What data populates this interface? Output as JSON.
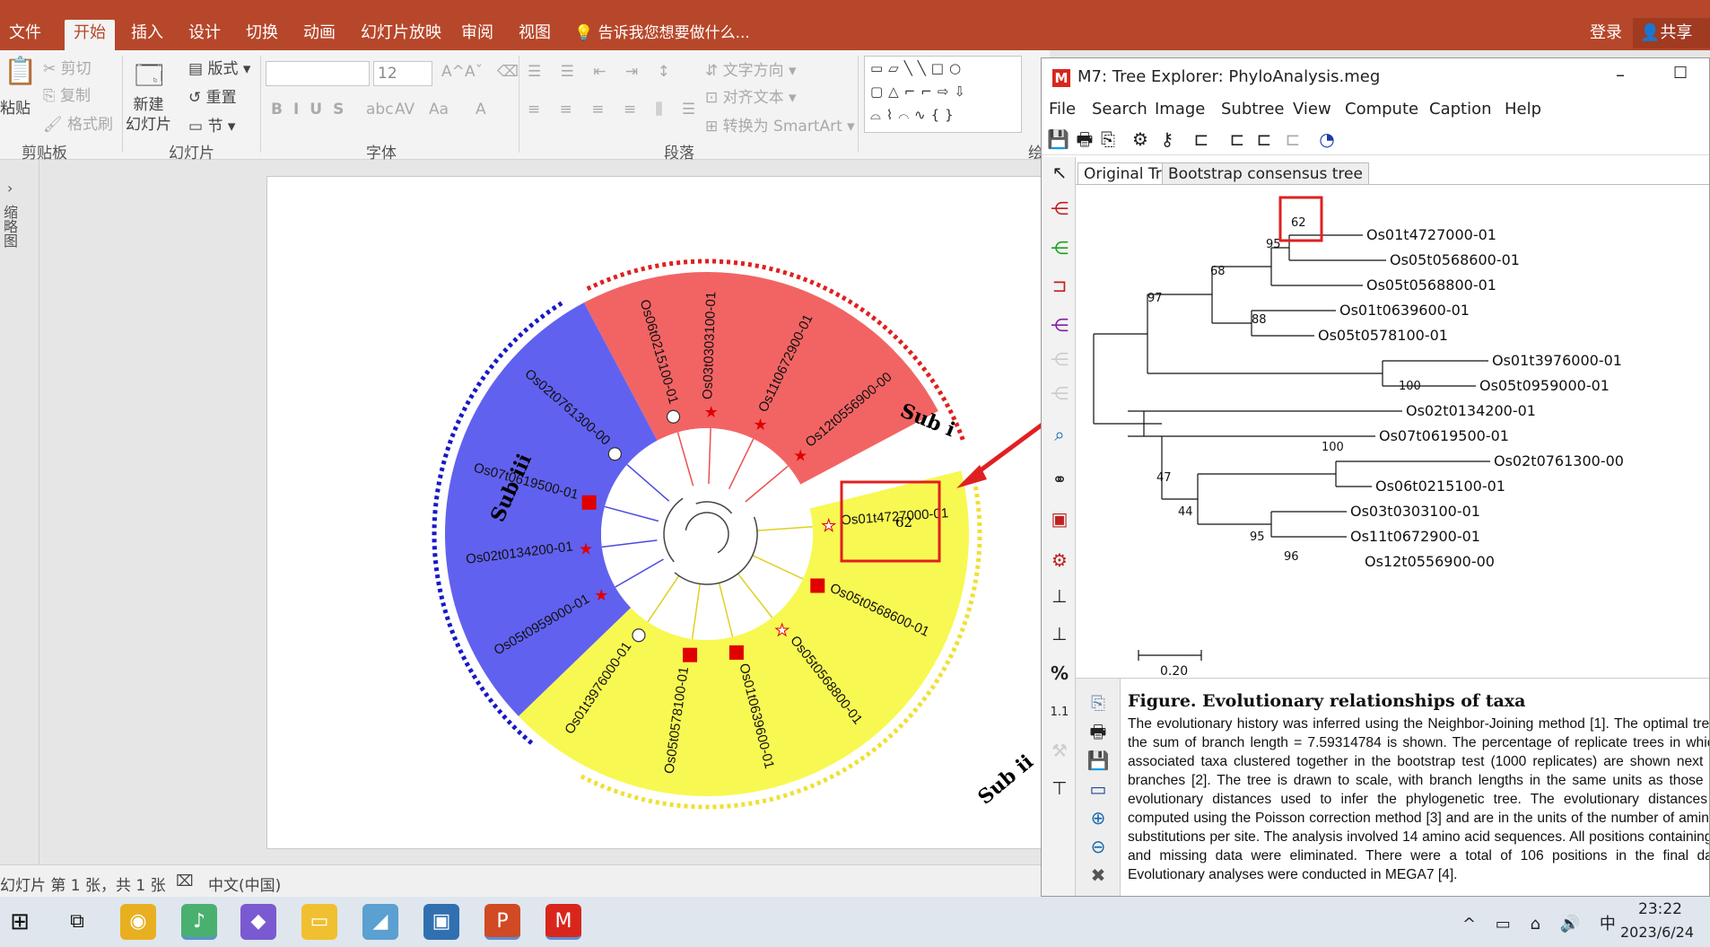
{
  "ppt": {
    "tabs": [
      "文件",
      "开始",
      "插入",
      "设计",
      "切换",
      "动画",
      "幻灯片放映",
      "审阅",
      "视图"
    ],
    "tell_me": "告诉我您想要做什么...",
    "login": "登录",
    "share": "共享",
    "ribbon": {
      "clipboard": {
        "paste": "粘贴",
        "cut": "剪切",
        "copy": "复制",
        "format_painter": "格式刷",
        "label": "剪贴板"
      },
      "slides": {
        "new_slide": "新建\n幻灯片",
        "layout": "版式",
        "reset": "重置",
        "section": "节",
        "label": "幻灯片"
      },
      "font": {
        "size": "12",
        "label": "字体"
      },
      "paragraph": {
        "text_direction": "文字方向",
        "align_text": "对齐文本",
        "smartart": "转换为 SmartArt",
        "label": "段落"
      },
      "drawing_label": "绘"
    },
    "thumbnails_label": "缩略图",
    "status": {
      "slide_info": "幻灯片 第 1 张，共 1 张",
      "language": "中文(中国)"
    }
  },
  "slide": {
    "sub_i": "Sub i",
    "sub_ii": "Sub ii",
    "sub_iii": "Sub iii",
    "highlight_value": "62",
    "colors": {
      "red": "#f26464",
      "yellow": "#f8f852",
      "blue": "#6161f0",
      "dotted_red": "#e02020",
      "dotted_blue": "#1818c8",
      "dotted_yellow": "#f0e030"
    },
    "leaves": [
      {
        "label": "Os06t0215100-01",
        "angle": -106,
        "marker": "circle"
      },
      {
        "label": "Os03t0303100-01",
        "angle": -88,
        "marker": "star-red"
      },
      {
        "label": "Os11t0672900-01",
        "angle": -64,
        "marker": "star-red"
      },
      {
        "label": "Os12t0556900-00",
        "angle": -40,
        "marker": "star-red"
      },
      {
        "label": "Os01t4727000-01",
        "angle": -4,
        "marker": "star-open"
      },
      {
        "label": "Os05t0568600-01",
        "angle": 25,
        "marker": "square-red"
      },
      {
        "label": "Os05t0568800-01",
        "angle": 52,
        "marker": "star-open"
      },
      {
        "label": "Os01t0639600-01",
        "angle": 76,
        "marker": "square-red"
      },
      {
        "label": "Os05t0578100-01",
        "angle": 98,
        "marker": "square-red"
      },
      {
        "label": "Os01t3976000-01",
        "angle": 124,
        "marker": "circle"
      },
      {
        "label": "Os05t0959000-01",
        "angle": 150,
        "marker": "star-red"
      },
      {
        "label": "Os02t0134200-01",
        "angle": 173,
        "marker": "star-red"
      },
      {
        "label": "Os07t0619500-01",
        "angle": -165,
        "marker": "square-red"
      },
      {
        "label": "Os02t0761300-00",
        "angle": -139,
        "marker": "circle"
      }
    ]
  },
  "mega": {
    "title": "M7: Tree Explorer: PhyloAnalysis.meg",
    "menu": [
      "File",
      "Search",
      "Image",
      "Subtree",
      "View",
      "Compute",
      "Caption",
      "Help"
    ],
    "tabs": [
      "Original Tree",
      "Bootstrap consensus tree"
    ],
    "tree": {
      "taxa": [
        "Os01t4727000-01",
        "Os05t0568600-01",
        "Os05t0568800-01",
        "Os01t0639600-01",
        "Os05t0578100-01",
        "Os01t3976000-01",
        "Os05t0959000-01",
        "Os02t0134200-01",
        "Os07t0619500-01",
        "Os02t0761300-00",
        "Os06t0215100-01",
        "Os03t0303100-01",
        "Os11t0672900-01",
        "Os12t0556900-00"
      ],
      "bootstrap": [
        "62",
        "95",
        "68",
        "97",
        "88",
        "100",
        "100",
        "47",
        "44",
        "95",
        "96"
      ],
      "scale_label": "0.20"
    },
    "caption": {
      "title": "Figure. Evolutionary relationships of taxa",
      "body": "The evolutionary history was inferred using the Neighbor-Joining method [1]. The optimal tree with the sum of branch length = 7.59314784 is shown. The percentage of replicate trees in which the associated taxa clustered together in the bootstrap test (1000 replicates) are shown next to the branches [2]. The tree is drawn to scale, with branch lengths in the same units as those of the evolutionary distances used to infer the phylogenetic tree. The evolutionary distances were computed using the Poisson correction method [3] and are in the units of the number of amino acid substitutions per site. The analysis involved 14 amino acid sequences. All positions containing gaps and missing data were eliminated. There were a total of 106 positions in the final dataset. Evolutionary analyses were conducted in MEGA7 [4]."
    }
  },
  "taskbar": {
    "time": "23:22",
    "date": "2023/6/24",
    "ime": "中"
  }
}
